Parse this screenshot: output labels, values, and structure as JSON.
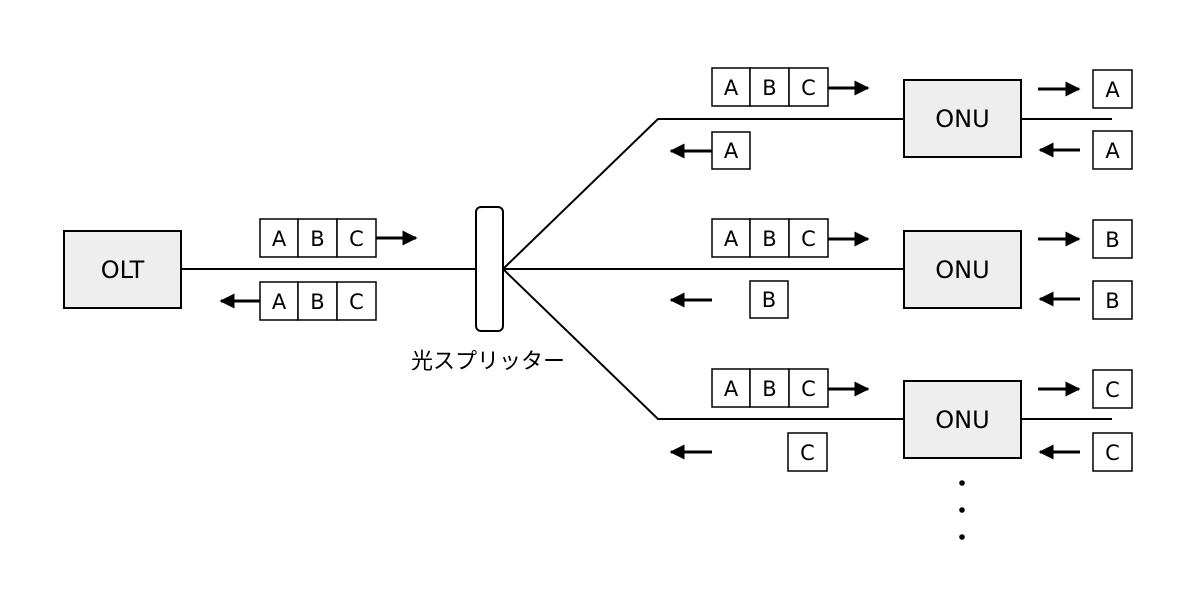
{
  "nodes": {
    "olt": "OLT",
    "splitter": "光スプリッター",
    "onu_top": "ONU",
    "onu_middle": "ONU",
    "onu_bottom": "ONU"
  },
  "downstream_frames": [
    "A",
    "B",
    "C"
  ],
  "cells": {
    "olt_down": [
      "A",
      "B",
      "C"
    ],
    "olt_up": [
      "A",
      "B",
      "C"
    ],
    "onu1_down": [
      "A",
      "B",
      "C"
    ],
    "onu2_down": [
      "A",
      "B",
      "C"
    ],
    "onu3_down": [
      "A",
      "B",
      "C"
    ],
    "onu1_up": "A",
    "onu2_up": "B",
    "onu3_up": "C",
    "onu1_out": "A",
    "onu1_in": "A",
    "onu2_out": "B",
    "onu2_in": "B",
    "onu3_out": "C",
    "onu3_in": "C"
  },
  "continuation": "⋮"
}
